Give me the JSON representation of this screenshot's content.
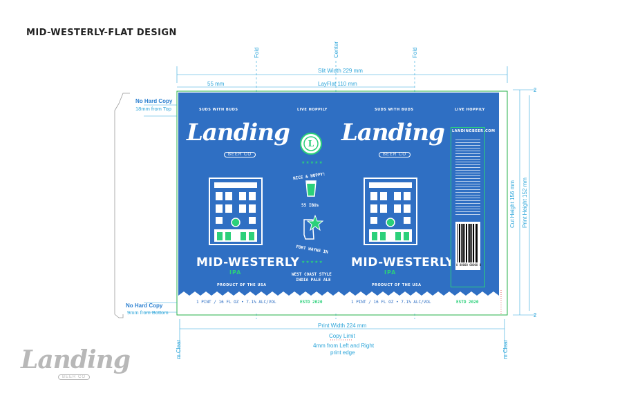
{
  "title": "MID-WESTERLY-FLAT DESIGN",
  "guides": {
    "fold": "Fold",
    "center": "Center",
    "slit_width": "Slit Width 229 mm",
    "panel_55": "55 mm",
    "layflat": "LayFlat 110 mm",
    "print_width": "Print Width 224 mm",
    "cut_height": "Cut Height 156 mm",
    "print_height": "Print Height 152 mm",
    "corner_2": "2",
    "copy_limit": "Copy Limit",
    "copy_limit_note_1": "4mm from Left and Right",
    "copy_limit_note_2": "print edge",
    "clear_left": "m Clear",
    "clear_right": "m Clear"
  },
  "notes": {
    "top_head": "No Hard Copy",
    "top_sub": "18mm from Top",
    "bottom_head": "No Hard Copy",
    "bottom_sub": "9mm from Bottom"
  },
  "label": {
    "subs_with_buds": "SUDS WITH BUDS",
    "live_hoppily": "LIVE HOPPILY",
    "brand": "Landing",
    "beer_co": "BEER CO",
    "beer_name": "MID-WESTERLY",
    "style": "IPA",
    "product_of": "PRODUCT OF THE USA",
    "stars": "★★★★★",
    "nice_hoppy": "NICE & HOPPY!",
    "ibus": "55 IBUs",
    "fort_wayne": "FORT WAYNE IN",
    "west_coast": "WEST COAST STYLE",
    "india_pale_ale": "INDIA PALE ALE",
    "volume": "1 PINT / 16 FL OZ  •  7.1% ALC/VOL",
    "estd": "ESTD 2020",
    "website": "LANDINGBEER.COM",
    "barcode_number": "0 00000 00000 0",
    "coin_letter": "L"
  },
  "colors": {
    "panel_blue": "#2f6fc3",
    "accent_green": "#2bd07a",
    "guide_blue": "#2aa4d9",
    "dieline_green": "#26b04a"
  },
  "footer_logo": {
    "brand": "Landing",
    "beer_co": "BEER CO"
  }
}
